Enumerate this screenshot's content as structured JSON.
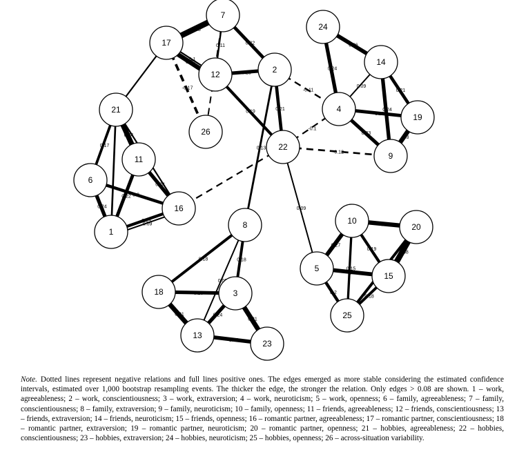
{
  "network": {
    "nodes": [
      "1",
      "2",
      "3",
      "4",
      "5",
      "6",
      "7",
      "8",
      "9",
      "10",
      "11",
      "12",
      "13",
      "14",
      "15",
      "16",
      "17",
      "18",
      "19",
      "20",
      "21",
      "22",
      "23",
      "24",
      "25",
      "26"
    ],
    "edges": [
      {
        "from": "17",
        "to": "7",
        "label": "0.38",
        "weight": 0.38,
        "type": "positive"
      },
      {
        "from": "17",
        "to": "12",
        "label": "0.1",
        "weight": 0.1,
        "type": "positive"
      },
      {
        "from": "17",
        "to": "12",
        "label": "0.30",
        "weight": 0.3,
        "type": "positive"
      },
      {
        "from": "7",
        "to": "12",
        "label": "0.11",
        "weight": 0.11,
        "type": "positive"
      },
      {
        "from": "7",
        "to": "2",
        "label": "0.22",
        "weight": 0.22,
        "type": "positive"
      },
      {
        "from": "12",
        "to": "2",
        "label": "0.23",
        "weight": 0.23,
        "type": "positive"
      },
      {
        "from": "12",
        "to": "22",
        "label": "0.19",
        "weight": 0.19,
        "type": "positive"
      },
      {
        "from": "17",
        "to": "21",
        "label": "",
        "weight": 0.1,
        "type": "positive"
      },
      {
        "from": "17",
        "to": "26",
        "label": "-0.17",
        "weight": 0.17,
        "type": "negative"
      },
      {
        "from": "7",
        "to": "26",
        "label": "-0.09",
        "weight": 0.09,
        "type": "negative"
      },
      {
        "from": "2",
        "to": "22",
        "label": "0.21",
        "weight": 0.21,
        "type": "positive"
      },
      {
        "from": "2",
        "to": "8",
        "label": "0.13",
        "weight": 0.13,
        "type": "positive"
      },
      {
        "from": "2",
        "to": "4",
        "label": "-0.11",
        "weight": 0.11,
        "type": "negative"
      },
      {
        "from": "24",
        "to": "14",
        "label": "0.26",
        "weight": 0.26,
        "type": "positive"
      },
      {
        "from": "24",
        "to": "4",
        "label": "0.24",
        "weight": 0.24,
        "type": "positive"
      },
      {
        "from": "14",
        "to": "4",
        "label": "0.09",
        "weight": 0.09,
        "type": "positive"
      },
      {
        "from": "14",
        "to": "19",
        "label": "0.21",
        "weight": 0.21,
        "type": "positive"
      },
      {
        "from": "14",
        "to": "9",
        "label": "0.24",
        "weight": 0.24,
        "type": "positive"
      },
      {
        "from": "4",
        "to": "19",
        "label": "0.22",
        "weight": 0.22,
        "type": "positive"
      },
      {
        "from": "4",
        "to": "9",
        "label": "0.23",
        "weight": 0.23,
        "type": "positive"
      },
      {
        "from": "19",
        "to": "9",
        "label": "0.3",
        "weight": 0.3,
        "type": "positive"
      },
      {
        "from": "22",
        "to": "4",
        "label": "-0.1",
        "weight": 0.1,
        "type": "negative"
      },
      {
        "from": "22",
        "to": "9",
        "label": "-0.12",
        "weight": 0.12,
        "type": "negative"
      },
      {
        "from": "22",
        "to": "16",
        "label": "",
        "weight": 0.1,
        "type": "negative"
      },
      {
        "from": "22",
        "to": "5",
        "label": "0.09",
        "weight": 0.09,
        "type": "positive"
      },
      {
        "from": "21",
        "to": "6",
        "label": "0.17",
        "weight": 0.17,
        "type": "positive"
      },
      {
        "from": "21",
        "to": "11",
        "label": "0.34",
        "weight": 0.34,
        "type": "positive"
      },
      {
        "from": "21",
        "to": "1",
        "label": "",
        "weight": 0.12,
        "type": "positive"
      },
      {
        "from": "6",
        "to": "16",
        "label": "0.2",
        "weight": 0.2,
        "type": "positive"
      },
      {
        "from": "6",
        "to": "1",
        "label": "0.24",
        "weight": 0.24,
        "type": "positive"
      },
      {
        "from": "11",
        "to": "16",
        "label": "0.24",
        "weight": 0.24,
        "type": "positive"
      },
      {
        "from": "11",
        "to": "1",
        "label": "0.22",
        "weight": 0.22,
        "type": "positive"
      },
      {
        "from": "21",
        "to": "16",
        "label": "0.1",
        "weight": 0.1,
        "type": "positive"
      },
      {
        "from": "16",
        "to": "1",
        "label": "0.19",
        "weight": 0.19,
        "type": "positive"
      },
      {
        "from": "1",
        "to": "16",
        "label": "0.09",
        "weight": 0.09,
        "type": "positive"
      },
      {
        "from": "8",
        "to": "18",
        "label": "0.18",
        "weight": 0.18,
        "type": "positive"
      },
      {
        "from": "8",
        "to": "13",
        "label": "0.09",
        "weight": 0.09,
        "type": "positive"
      },
      {
        "from": "8",
        "to": "3",
        "label": "0.18",
        "weight": 0.18,
        "type": "positive"
      },
      {
        "from": "18",
        "to": "3",
        "label": "0.23",
        "weight": 0.23,
        "type": "positive"
      },
      {
        "from": "18",
        "to": "13",
        "label": "0.31",
        "weight": 0.31,
        "type": "positive"
      },
      {
        "from": "3",
        "to": "13",
        "label": "0.24",
        "weight": 0.24,
        "type": "positive"
      },
      {
        "from": "3",
        "to": "23",
        "label": "0.31",
        "weight": 0.31,
        "type": "positive"
      },
      {
        "from": "13",
        "to": "23",
        "label": "0.25",
        "weight": 0.25,
        "type": "positive"
      },
      {
        "from": "10",
        "to": "20",
        "label": "0.28",
        "weight": 0.28,
        "type": "positive"
      },
      {
        "from": "10",
        "to": "5",
        "label": "0.27",
        "weight": 0.27,
        "type": "positive"
      },
      {
        "from": "10",
        "to": "25",
        "label": "0.15",
        "weight": 0.15,
        "type": "positive"
      },
      {
        "from": "10",
        "to": "15",
        "label": "0.19",
        "weight": 0.19,
        "type": "positive"
      },
      {
        "from": "20",
        "to": "15",
        "label": "0.38",
        "weight": 0.38,
        "type": "positive"
      },
      {
        "from": "20",
        "to": "25",
        "label": "0.18",
        "weight": 0.18,
        "type": "positive"
      },
      {
        "from": "5",
        "to": "15",
        "label": "0.26",
        "weight": 0.26,
        "type": "positive"
      },
      {
        "from": "5",
        "to": "25",
        "label": "0.2",
        "weight": 0.2,
        "type": "positive"
      },
      {
        "from": "15",
        "to": "25",
        "label": "0.18",
        "weight": 0.18,
        "type": "positive"
      }
    ]
  },
  "note": {
    "label": "Note.",
    "text": "Dotted lines represent negative relations and full lines positive ones. The edges emerged as more stable considering the estimated confidence intervals, estimated over 1,000 bootstrap resampling events. The thicker the edge, the stronger the relation. Only edges > 0.08 are shown. 1 – work, agreeableness; 2 – work, conscientiousness; 3 – work, extraversion; 4 – work, neuroticism; 5 – work, openness; 6 – family, agreeableness; 7 – family, conscientiousness; 8 – family, extraversion; 9 – family, neuroticism; 10 – family, openness; 11 – friends, agreeableness; 12 – friends, conscientiousness; 13 – friends, extraversion; 14 – friends, neuroticism; 15 – friends, openness; 16 – romantic partner, agreeableness; 17 – romantic partner, conscientiousness; 18 – romantic partner, extraversion; 19 – romantic partner, neuroticism; 20 – romantic partner, openness; 21 – hobbies, agreeableness; 22 – hobbies, conscientiousness; 23 – hobbies, extraversion; 24 – hobbies, neuroticism; 25 – hobbies, openness; 26 – across-situation variability."
  }
}
